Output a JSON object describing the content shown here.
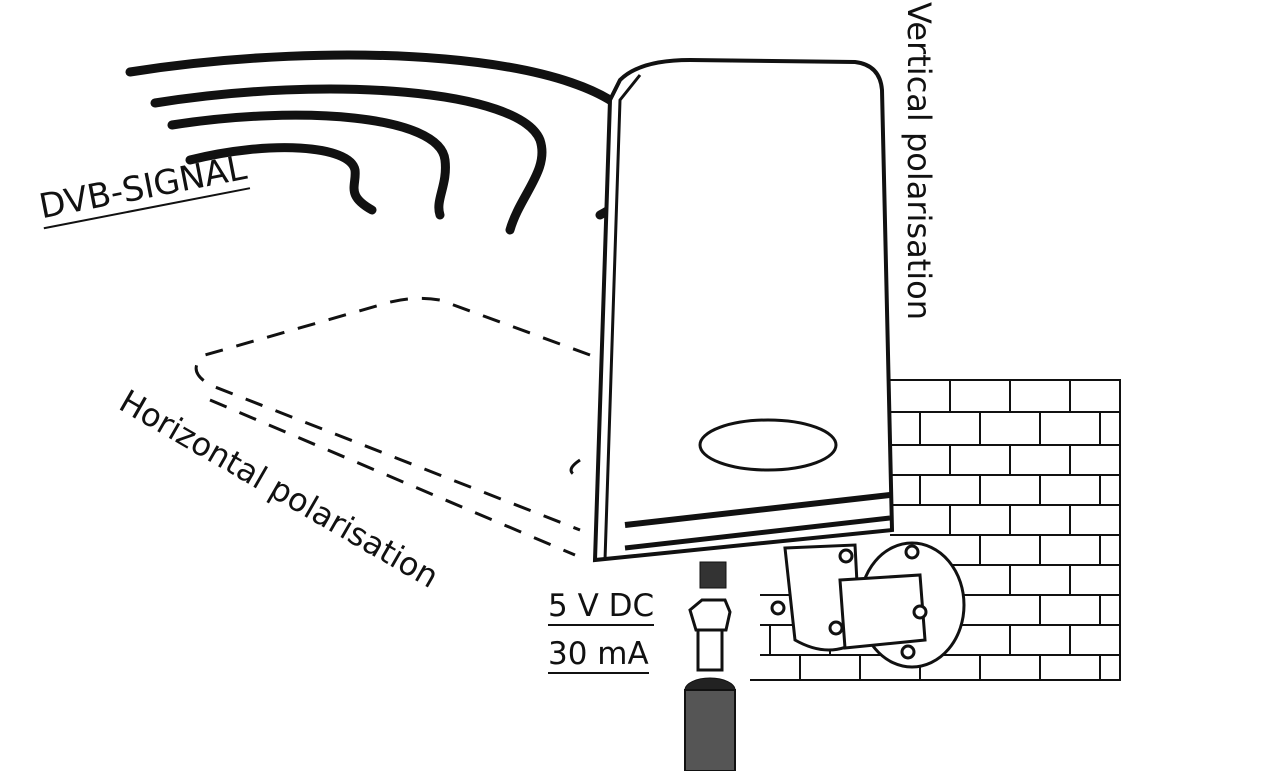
{
  "diagram": {
    "title": "DVB-T outdoor antenna polarisation and power diagram",
    "labels": {
      "signal": "DVB-SIGNAL",
      "vertical": "Vertical polarisation",
      "horizontal": "Horizontal polarisation",
      "voltage": "5 V DC",
      "current": "30 mA"
    },
    "components": [
      "signal-waves",
      "antenna-panel",
      "horizontal-mount-outline",
      "f-connector",
      "coax-cable",
      "wall-bracket",
      "brick-wall"
    ],
    "colors": {
      "ink": "#111111",
      "background": "#ffffff",
      "cable": "#555555"
    }
  }
}
